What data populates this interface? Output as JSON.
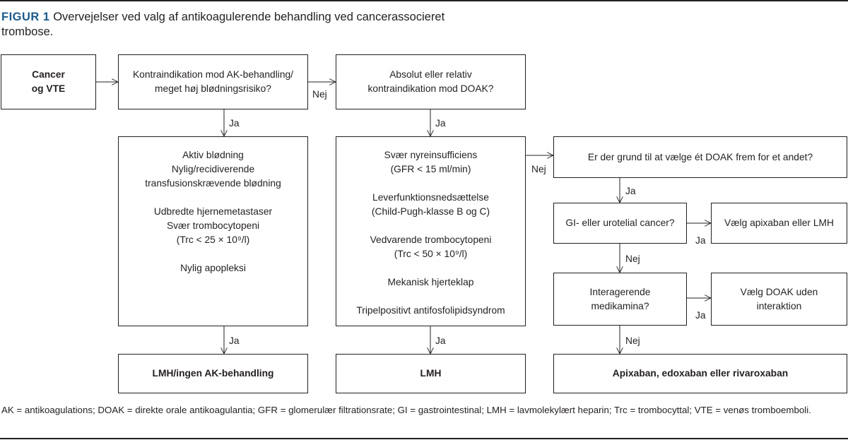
{
  "caption": {
    "label": "FIGUR 1",
    "text": "Overvejelser ved valg af antikoagulerende behandling ved cancerassocieret trombose."
  },
  "nodes": {
    "start": [
      "Cancer",
      "og VTE"
    ],
    "q1": [
      "Kontraindikation mod AK-behandling/",
      "meget høj blødningsrisiko?"
    ],
    "q2": [
      "Absolut eller relativ",
      "kontraindikation mod DOAK?"
    ],
    "contra_ak": {
      "groups": [
        [
          "Aktiv blødning",
          "Nylig/recidiverende",
          "transfusionskrævende blødning"
        ],
        [
          "Udbredte hjernemetastaser",
          "Svær trombocytopeni",
          "(Trc < 25 × 10⁹/l)"
        ],
        [
          "Nylig apopleksi"
        ]
      ]
    },
    "contra_doak": {
      "groups": [
        [
          "Svær nyreinsufficiens",
          "(GFR < 15 ml/min)"
        ],
        [
          "Leverfunktionsnedsættelse",
          "(Child-Pugh-klasse B og C)"
        ],
        [
          "Vedvarende trombocytopeni",
          "(Trc < 50 × 10⁹/l)"
        ],
        [
          "Mekanisk hjerteklap"
        ],
        [
          "Tripelpositivt antifosfolipidsyndrom"
        ]
      ]
    },
    "q3": [
      "Er der grund til at vælge ét DOAK frem for et andet?"
    ],
    "q4": [
      "GI- eller urotelial cancer?"
    ],
    "r_apix": [
      "Vælg apixaban eller LMH"
    ],
    "q5": [
      "Interagerende",
      "medikamina?"
    ],
    "r_nointer": [
      "Vælg DOAK uden",
      "interaktion"
    ],
    "end_lmh_none": [
      "LMH/ingen AK-behandling"
    ],
    "end_lmh": [
      "LMH"
    ],
    "end_doak": [
      "Apixaban, edoxaban eller rivaroxaban"
    ]
  },
  "edges": {
    "yes": "Ja",
    "no": "Nej"
  },
  "footnote": "AK = antikoagulations; DOAK = direkte orale antikoagulantia; GFR = glomerulær filtrationsrate; GI = gastrointestinal; LMH = lavmolekylært heparin; Trc = trombocyttal; VTE = venøs tromboemboli."
}
